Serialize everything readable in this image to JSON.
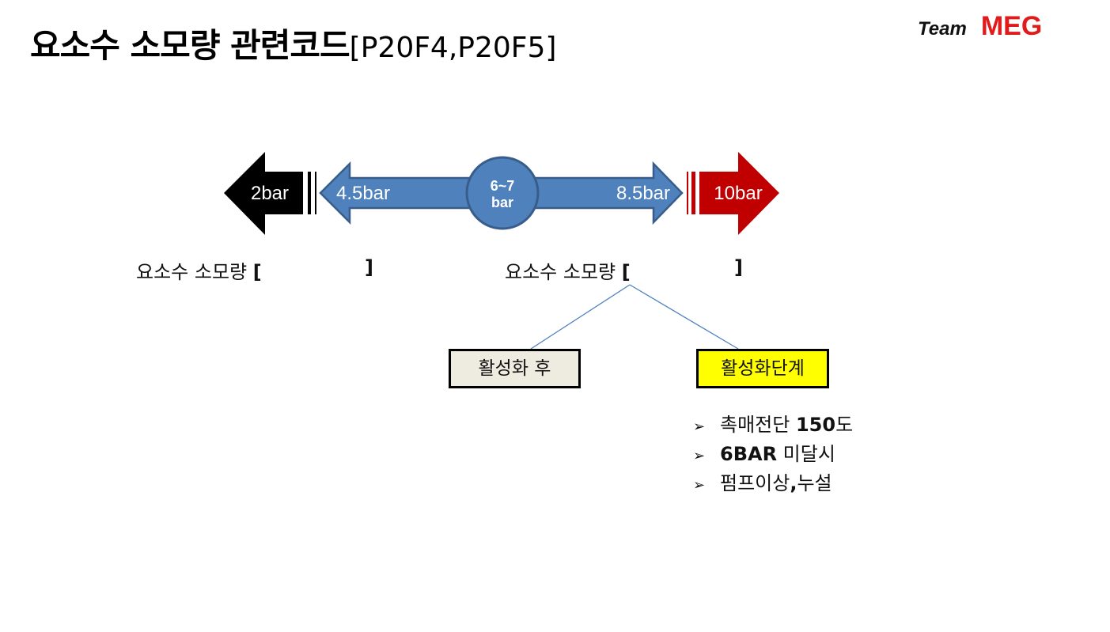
{
  "title": {
    "main": "요소수 소모량 관련코드",
    "codes": "[P20F4,P20F5]"
  },
  "logo": {
    "team": "Team",
    "brand": "MEG"
  },
  "arrows": {
    "left_black": "2bar",
    "blue_left": "4.5bar",
    "blue_right": "8.5bar",
    "right_red": "10bar",
    "center_top": "6~7",
    "center_bottom": "bar"
  },
  "labels": {
    "left": {
      "text": "요소수 소모량",
      "open": "[",
      "close": "]"
    },
    "right": {
      "text": "요소수 소모량",
      "open": "[",
      "close": "]"
    }
  },
  "boxes": {
    "after": "활성화 후",
    "stage": "활성화단계"
  },
  "bullets": [
    {
      "text": "촉매전단 ",
      "bold": "150",
      "suffix": "도"
    },
    {
      "text": "",
      "bold": "6BAR",
      "suffix": " 미달시"
    },
    {
      "text": "펌프이상",
      "bold": ",",
      "suffix": "누설"
    }
  ],
  "colors": {
    "blue": "#4f81bd",
    "blue_border": "#385d8a",
    "red": "#c00000",
    "yellow": "#ffff00",
    "beige": "#eeece1"
  }
}
